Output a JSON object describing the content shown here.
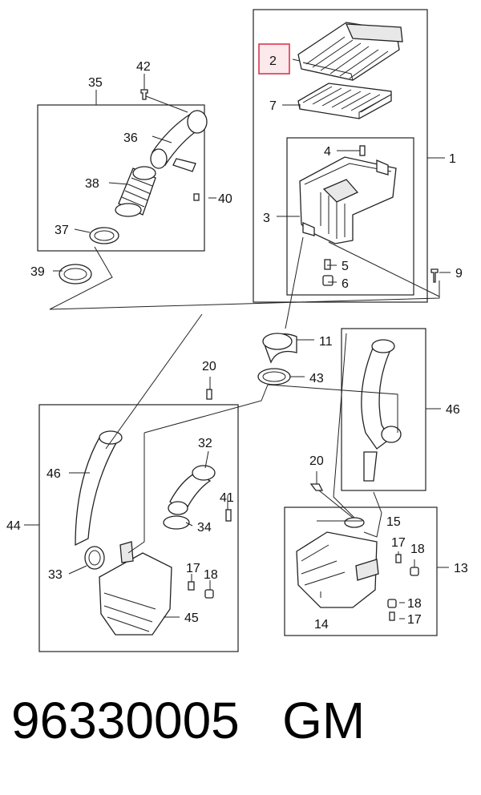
{
  "callouts": {
    "c1": "1",
    "c2": "2",
    "c3": "3",
    "c4": "4",
    "c5": "5",
    "c6": "6",
    "c7": "7",
    "c9": "9",
    "c11": "11",
    "c13": "13",
    "c14": "14",
    "c15": "15",
    "c17a": "17",
    "c17b": "17",
    "c17c": "17",
    "c18a": "18",
    "c18b": "18",
    "c18c": "18",
    "c20a": "20",
    "c20b": "20",
    "c32": "32",
    "c33": "33",
    "c34": "34",
    "c35": "35",
    "c36": "36",
    "c37": "37",
    "c38": "38",
    "c39": "39",
    "c40": "40",
    "c41": "41",
    "c42": "42",
    "c43": "43",
    "c44": "44",
    "c45": "45",
    "c46a": "46",
    "c46b": "46"
  },
  "highlight_color": "#d9384f",
  "footer": {
    "part_number": "96330005",
    "brand": "GM"
  }
}
